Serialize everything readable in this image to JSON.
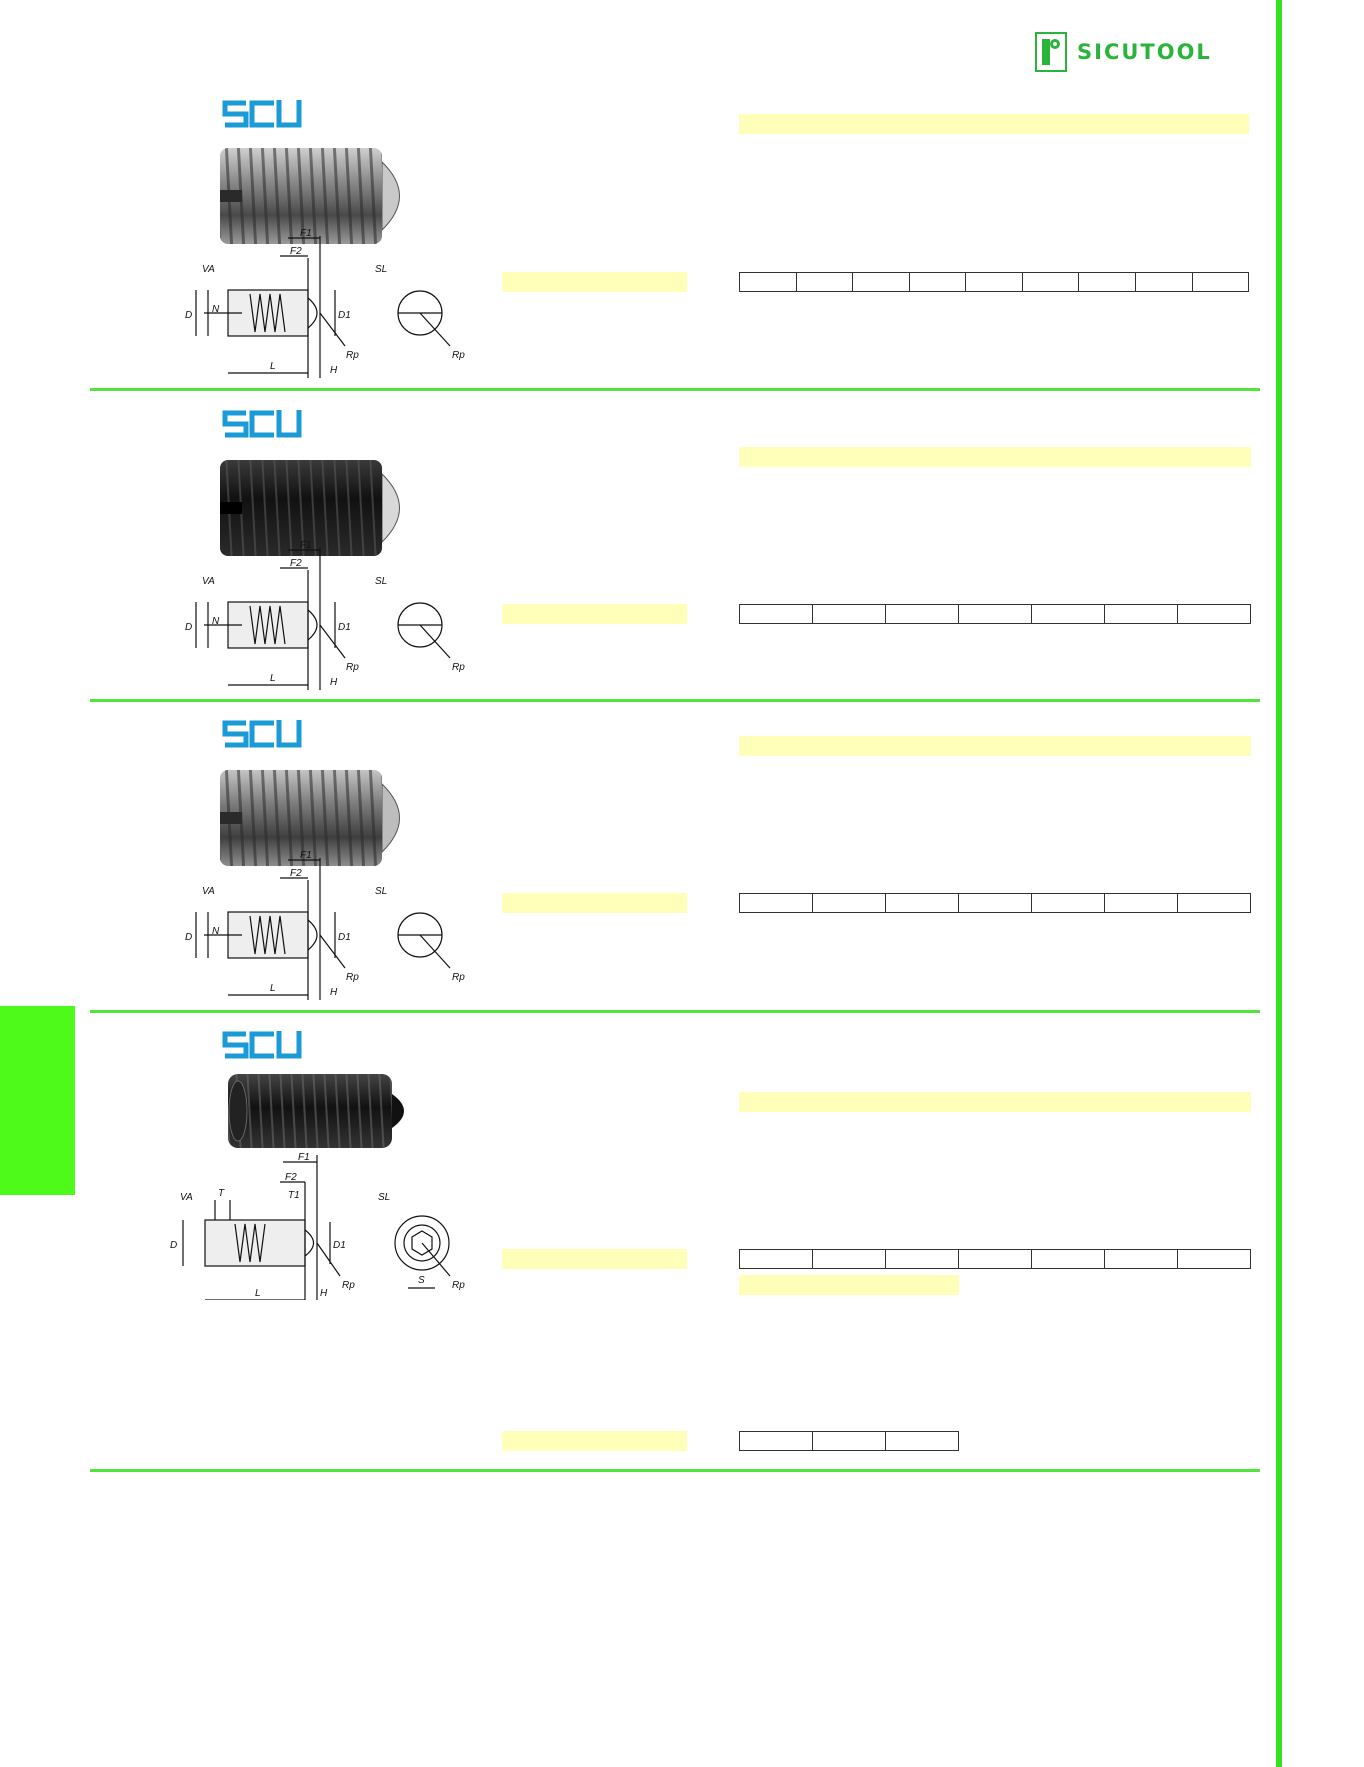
{
  "logo": {
    "text": "SICUTOOL",
    "color": "#2bb43a"
  },
  "brand_mark": {
    "text": "SCU",
    "color": "#1a9ad6"
  },
  "colors": {
    "accent_green": "#33e11e",
    "highlight_yellow": "#ffffb9"
  },
  "drawing_labels": {
    "va": "VA",
    "sl": "SL",
    "f1": "F1",
    "f2": "F2",
    "d": "D",
    "d1": "D1",
    "n": "N",
    "l": "L",
    "h": "H",
    "rp": "Rp",
    "t": "T",
    "t1": "T1",
    "s": "S"
  },
  "products": [
    {
      "finish": "steel",
      "drive": "slot",
      "cell_count": 9
    },
    {
      "finish": "black",
      "drive": "slot",
      "cell_count": 7
    },
    {
      "finish": "steel",
      "drive": "slot",
      "cell_count": 7
    },
    {
      "finish": "black",
      "drive": "hex",
      "cell_count": 7,
      "extra_cell_count": 3
    }
  ]
}
